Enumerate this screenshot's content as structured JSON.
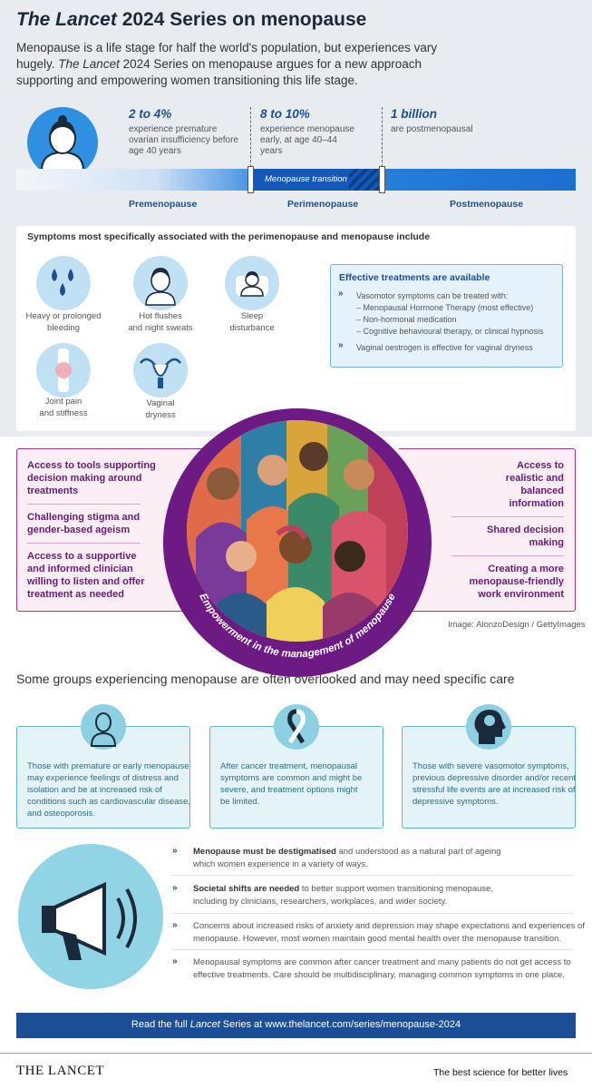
{
  "header": {
    "title_italic": "The Lancet",
    "title_rest": " 2024 Series on menopause",
    "intro_1": "Menopause is a life stage for half the world's population, but experiences vary hugely. ",
    "intro_italic": "The Lancet",
    "intro_2": " 2024 Series on menopause argues for a new approach supporting and empowering women transitioning this life stage."
  },
  "timeline": {
    "stats": [
      {
        "value": "2 to 4%",
        "text": "experience premature ovarian insufficiency before age 40 years"
      },
      {
        "value": "8 to 10%",
        "text": "experience menopause early, at age 40–44 years"
      },
      {
        "value": "1 billion",
        "text": "are postmenopausal"
      }
    ],
    "transition_label": "Menopause transition",
    "phases": [
      "Premenopause",
      "Perimenopause",
      "Postmenopause"
    ]
  },
  "symptoms": {
    "heading": "Symptoms most specifically associated with the perimenopause and menopause include",
    "items": [
      {
        "label1": "Heavy or prolonged",
        "label2": "bleeding",
        "icon": "blood-drops-icon"
      },
      {
        "label1": "Hot flushes",
        "label2": "and night sweats",
        "icon": "woman-icon"
      },
      {
        "label1": "Sleep",
        "label2": "disturbance",
        "icon": "sleeping-person-icon"
      },
      {
        "label1": "Joint pain",
        "label2": "and stiffness",
        "icon": "knee-joint-icon"
      },
      {
        "label1": "Vaginal",
        "label2": "dryness",
        "icon": "uterus-icon"
      }
    ]
  },
  "treatments": {
    "heading": "Effective treatments are available",
    "lead": "Vasomotor symptoms can be treated with:",
    "options": [
      "– Menopausal Hormone Therapy (most effective)",
      "– Non-hormonal medication",
      "– Cognitive behavioural therapy, or clinical hypnosis"
    ],
    "second": "Vaginal oestrogen is effective for vaginal dryness"
  },
  "empowerment": {
    "left": [
      [
        "Access to tools supporting",
        "decision making around",
        "treatments"
      ],
      [
        "Challenging stigma and",
        "gender-based ageism"
      ],
      [
        "Access to a supportive",
        "and informed clinician",
        "willing to listen and offer",
        "treatment as needed"
      ]
    ],
    "right": [
      [
        "Access to",
        "realistic and",
        "balanced",
        "information"
      ],
      [
        "Shared decision",
        "making"
      ],
      [
        "Creating a more",
        "menopause-friendly",
        "work environment"
      ]
    ],
    "ring_label": "Empowerment in the management of menopause",
    "credit": "Image: AlonzoDesign / GettyImages"
  },
  "groups": {
    "heading": "Some groups experiencing menopause are often overlooked and may need specific care",
    "items": [
      {
        "lines": [
          "Those with premature or early menopause",
          "may experience feelings of distress and",
          "isolation and be at increased risk of",
          "conditions such as cardiovascular disease,",
          "and osteoporosis."
        ]
      },
      {
        "lines": [
          "After cancer treatment, menopausal",
          "symptoms are common and might be",
          "severe, and treatment options might",
          "be limited."
        ]
      },
      {
        "lines": [
          "Those with severe vasomotor symptoms,",
          "previous depressive disorder and/or recent",
          "stressful life events are at increased risk of",
          "depressive symptoms."
        ]
      }
    ]
  },
  "points": [
    {
      "bold": "Menopause must be destigmatised",
      "rest": " and understood as a natural part of ageing",
      "line2": "which women experience in a variety of ways."
    },
    {
      "bold": "Societal shifts are needed",
      "rest": " to better support women transitioning menopause,",
      "line2": "including by clinicians, researchers, workplaces, and wider society."
    },
    {
      "bold": "",
      "rest": "Concerns about increased risks of anxiety and depression may shape expectations and experiences of",
      "line2": "menopause. However, most women maintain good mental health over the menopause transition."
    },
    {
      "bold": "",
      "rest": "Menopausal symptoms are common after cancer treatment and many patients do not get access to",
      "line2": "effective treatments. Care should be multidisciplinary, managing common symptoms in one place."
    }
  ],
  "banner": {
    "pre": "Read the full ",
    "italic": "Lancet",
    "post": " Series at www.thelancet.com/series/menopause-2024"
  },
  "footer": {
    "logo": "THE LANCET",
    "tagline": "The best science for better lives"
  },
  "colors": {
    "navy": "#1c4e96",
    "purple": "#6e1a85",
    "teal": "#63b5cf",
    "light_blue": "#bfe1f3"
  }
}
